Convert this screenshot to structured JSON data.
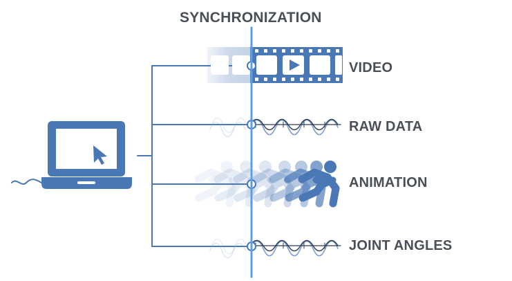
{
  "diagram": {
    "title": "SYNCHRONIZATION",
    "rows": [
      {
        "label": "VIDEO"
      },
      {
        "label": "RAW DATA"
      },
      {
        "label": "ANIMATION"
      },
      {
        "label": "JOINT ANGLES"
      }
    ]
  },
  "colors": {
    "primary": "#4a78b7",
    "sync_line": "#5b9fe3",
    "label_text": "#4a4f57",
    "wave_dark": "#2e3f57",
    "wave_light": "#7ea0cf"
  },
  "icons": {
    "laptop": "laptop-icon",
    "cursor": "cursor-icon",
    "video": "film-strip-icon",
    "play": "play-icon",
    "runner": "running-person-icon",
    "wave": "waveform-icon"
  }
}
